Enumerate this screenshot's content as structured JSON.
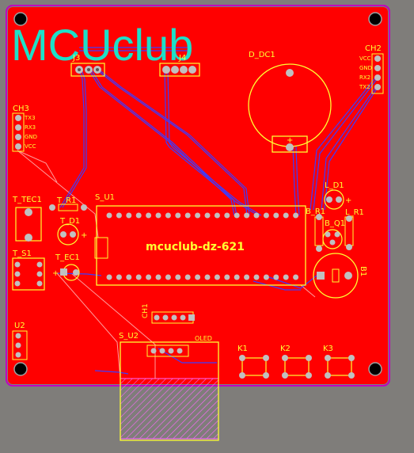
{
  "logo": "MCUclub",
  "board_title": "mcuclub-dz-621",
  "designators": {
    "j3": "J3",
    "j4": "J4",
    "d_dc1": "D_DC1",
    "ch2": "CH2",
    "ch3": "CH3",
    "t_tec1": "T_TEC1",
    "t_r1": "T_R1",
    "t_d1": "T_D1",
    "s_u1": "S_U1",
    "t_s1": "T_S1",
    "t_ec1": "T_EC1",
    "l_d1": "L_D1",
    "b_r1": "B_R1",
    "l_r1": "L_R1",
    "b_q1": "B_Q1",
    "b1": "B1",
    "u2": "U2",
    "s_u2": "S_U2",
    "oled": "OLED",
    "ch1": "CH1",
    "k1": "K1",
    "k2": "K2",
    "k3": "K3"
  },
  "pin_labels": {
    "ch2": [
      "VCC",
      "GND",
      "RX2",
      "TX2"
    ],
    "ch3": [
      "TX3",
      "RX3",
      "GND",
      "VCC"
    ]
  },
  "colors": {
    "background": "#7f7d7a",
    "board": "#ff0000",
    "silkscreen": "#ffff33",
    "trace": "#3c3cff",
    "pad": "#c0c0c0",
    "outline": "#c000c0",
    "logo": "#1ee0c8",
    "keepout": "#ff66ff"
  }
}
